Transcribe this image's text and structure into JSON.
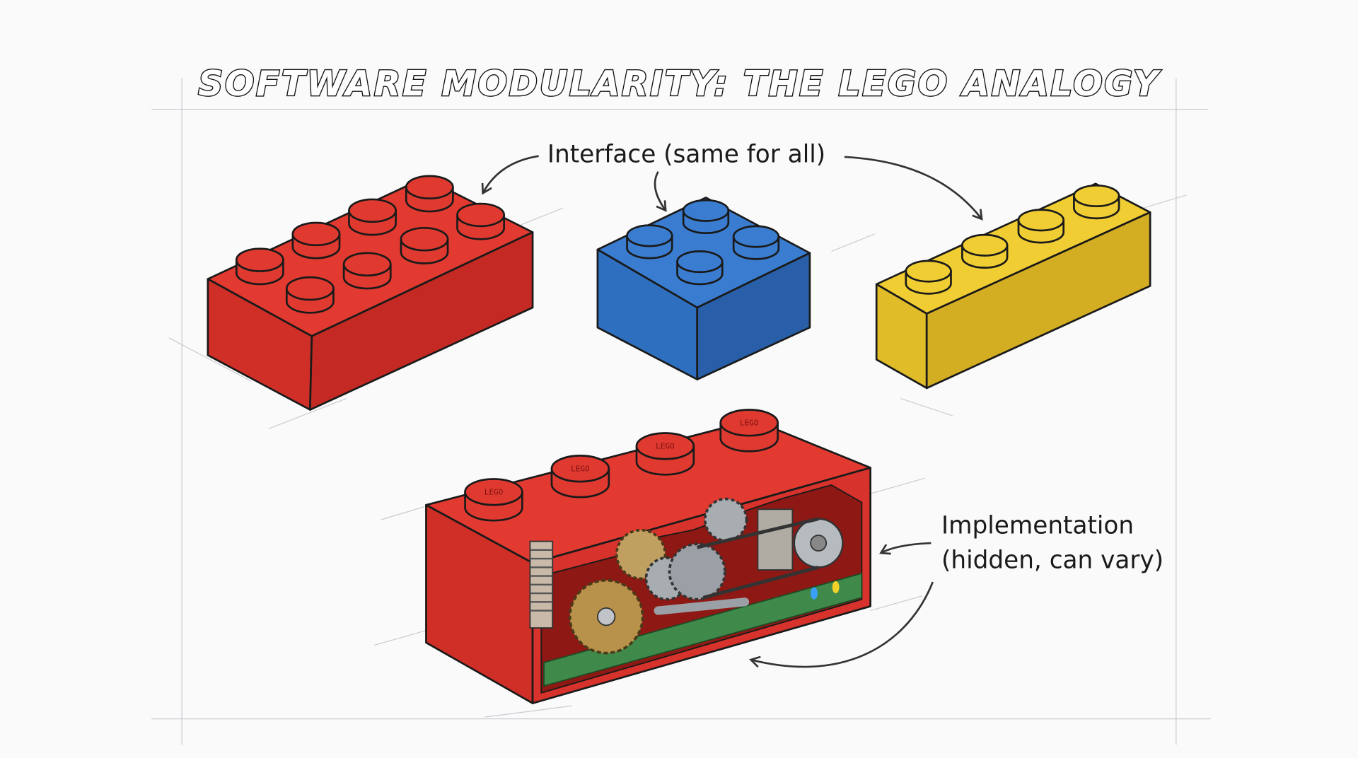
{
  "title": "SOFTWARE MODULARITY: THE LEGO ANALOGY",
  "labels": {
    "interface": "Interface (same for all)",
    "implementation_line1": "Implementation",
    "implementation_line2": "(hidden, can vary)"
  },
  "stud_logo": "LEGO",
  "colors": {
    "red": "#d7322b",
    "blue": "#2f6fbf",
    "yellow": "#e8c42a",
    "interior": "#9e1b17",
    "gold": "#b8924a",
    "steel": "#9aa0a6",
    "pcb": "#3f8a4a"
  }
}
